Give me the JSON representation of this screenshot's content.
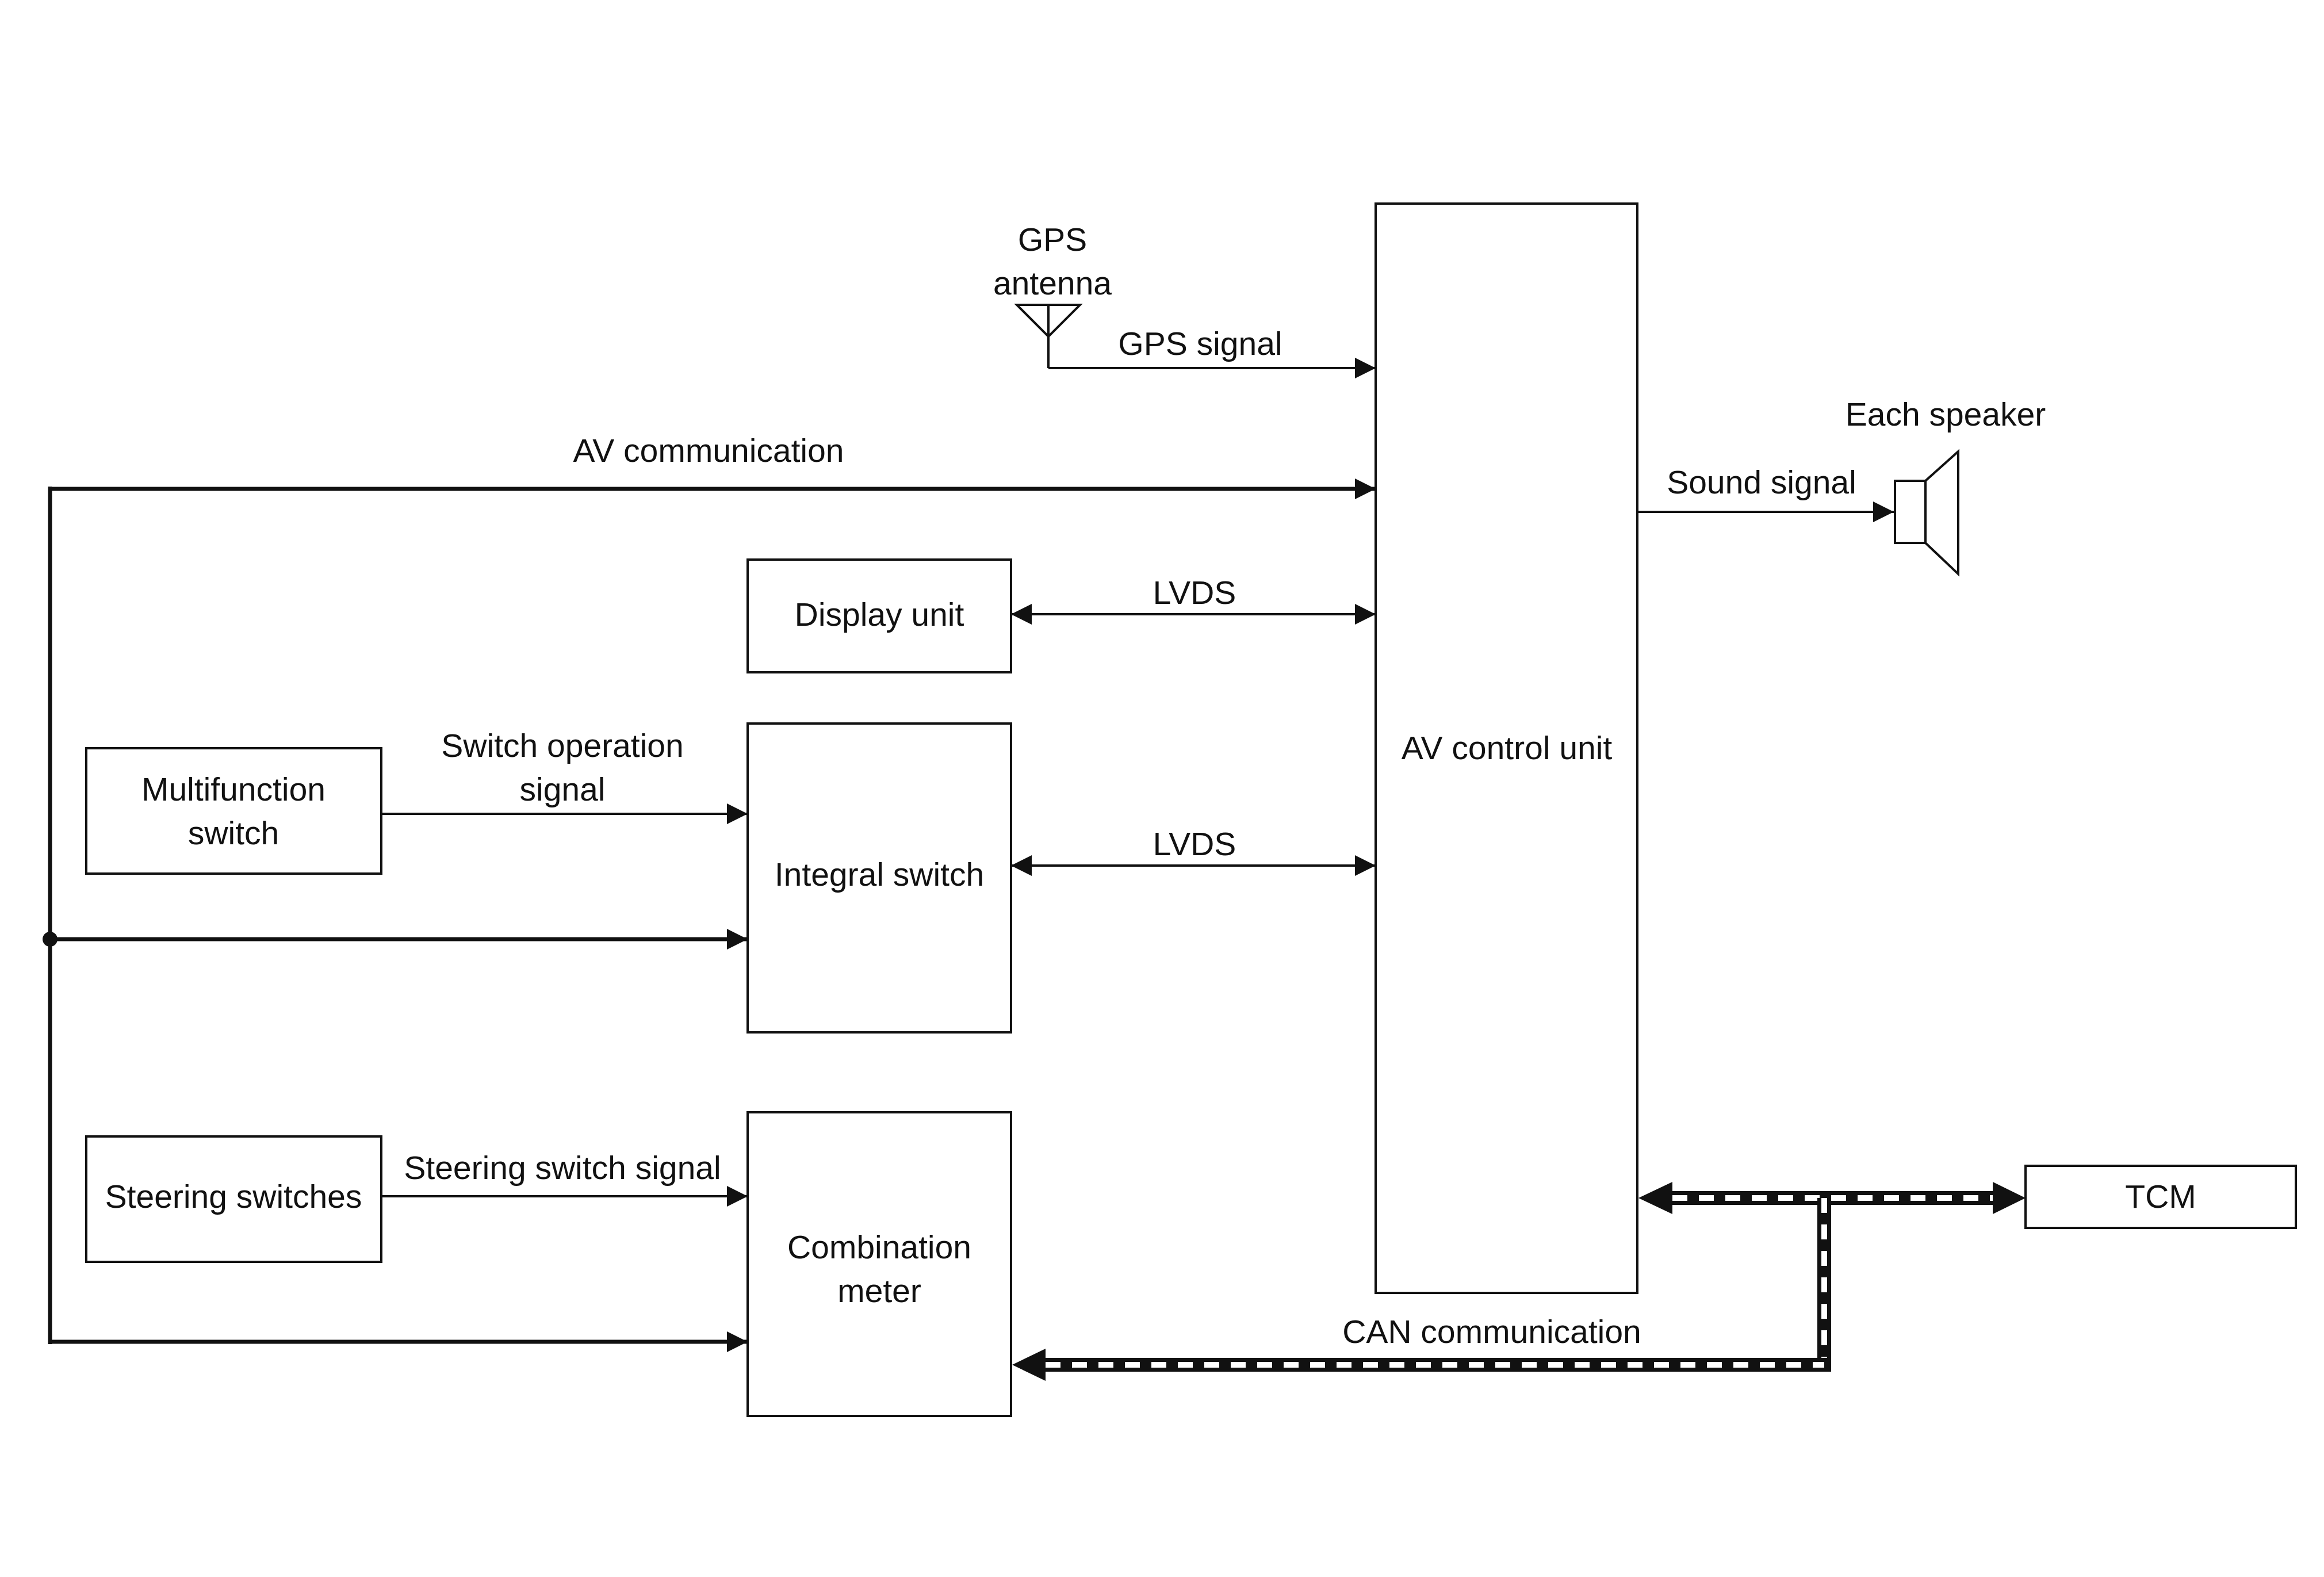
{
  "colors": {
    "line": "#111111",
    "background": "#ffffff"
  },
  "gps": {
    "antenna_label_line1": "GPS",
    "antenna_label_line2": "antenna",
    "signal_label": "GPS signal",
    "icon": "antenna-icon"
  },
  "av_communication_label": "AV communication",
  "speaker": {
    "label": "Each speaker",
    "signal_label": "Sound signal",
    "icon": "speaker-icon"
  },
  "blocks": {
    "av_control_unit": "AV control unit",
    "display_unit": "Display unit",
    "integral_switch": "Integral switch",
    "multifunction_switch_line1": "Multifunction",
    "multifunction_switch_line2": "switch",
    "steering_switches": "Steering switches",
    "combination_meter_line1": "Combination",
    "combination_meter_line2": "meter",
    "tcm": "TCM"
  },
  "signals": {
    "lvds_display": "LVDS",
    "lvds_integral": "LVDS",
    "switch_operation_line1": "Switch operation",
    "switch_operation_line2": "signal",
    "steering_switch_signal": "Steering switch signal",
    "can_communication": "CAN communication"
  }
}
